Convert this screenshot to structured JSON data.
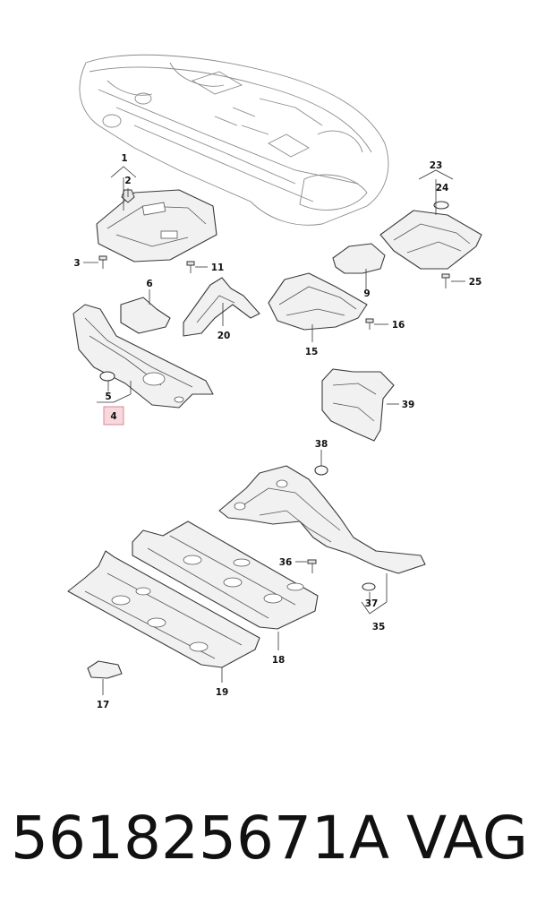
{
  "callouts": {
    "c1": "1",
    "c2": "2",
    "c3": "3",
    "c4": "4",
    "c5": "5",
    "c6": "6",
    "c9": "9",
    "c11": "11",
    "c15": "15",
    "c16": "16",
    "c17": "17",
    "c18": "18",
    "c19": "19",
    "c20": "20",
    "c23": "23",
    "c24": "24",
    "c25": "25",
    "c35": "35",
    "c36": "36",
    "c37": "37",
    "c38": "38",
    "c39": "39"
  },
  "highlighted_callout": "4",
  "caption": {
    "part_number": "561825671A",
    "brand": "VAG"
  },
  "colors": {
    "highlight_fill": "#f7d9dd",
    "highlight_stroke": "#d88896",
    "line": "#3a3a3a"
  }
}
